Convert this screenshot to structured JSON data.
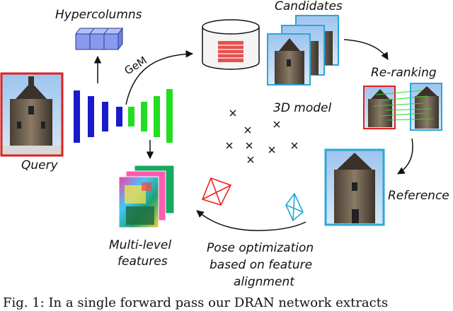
{
  "labels": {
    "hypercolumns": "Hypercolumns",
    "candidates": "Candidates",
    "gem": "GeM",
    "reranking": "Re-ranking",
    "query": "Query",
    "model3d": "3D model",
    "reference": "Reference",
    "multilevel_line1": "Multi-level",
    "multilevel_line2": "features",
    "pose_line1": "Pose optimization",
    "pose_line2": "based on feature",
    "pose_line3": "alignment"
  },
  "caption": "Fig. 1: In a single forward pass our DRAN network extracts",
  "colors": {
    "encoder": "#1a1acc",
    "decoder": "#22dd22",
    "query_frame": "#e02020",
    "candidate_frame": "#2aa8d8",
    "hypercolumn": "#8899ee",
    "database": "#e85050",
    "camera_red": "#ee2222",
    "camera_cyan": "#22a8d8"
  }
}
